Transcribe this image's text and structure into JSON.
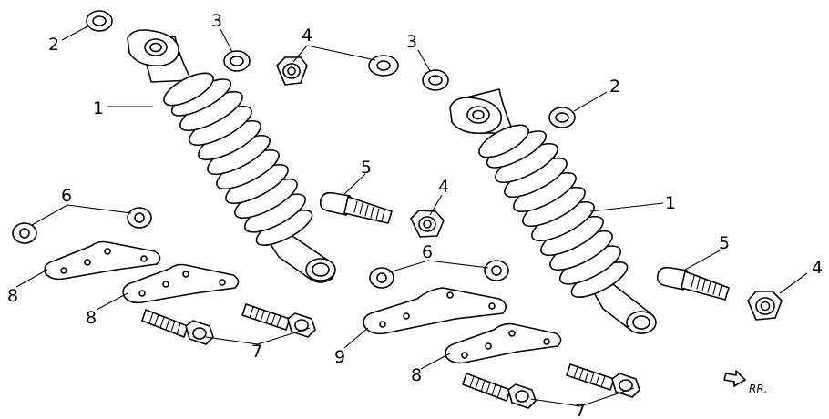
{
  "callouts": {
    "c1a": "1",
    "c1b": "1",
    "c2a": "2",
    "c2b": "2",
    "c3a": "3",
    "c3b": "3",
    "c4a": "4",
    "c4b": "4",
    "c4c": "4",
    "c5a": "5",
    "c5b": "5",
    "c6a": "6",
    "c6b": "6",
    "c7a": "7",
    "c7b": "7",
    "c8a": "8",
    "c8b": "8",
    "c8c": "8",
    "c9": "9"
  },
  "direction_label": "RR."
}
